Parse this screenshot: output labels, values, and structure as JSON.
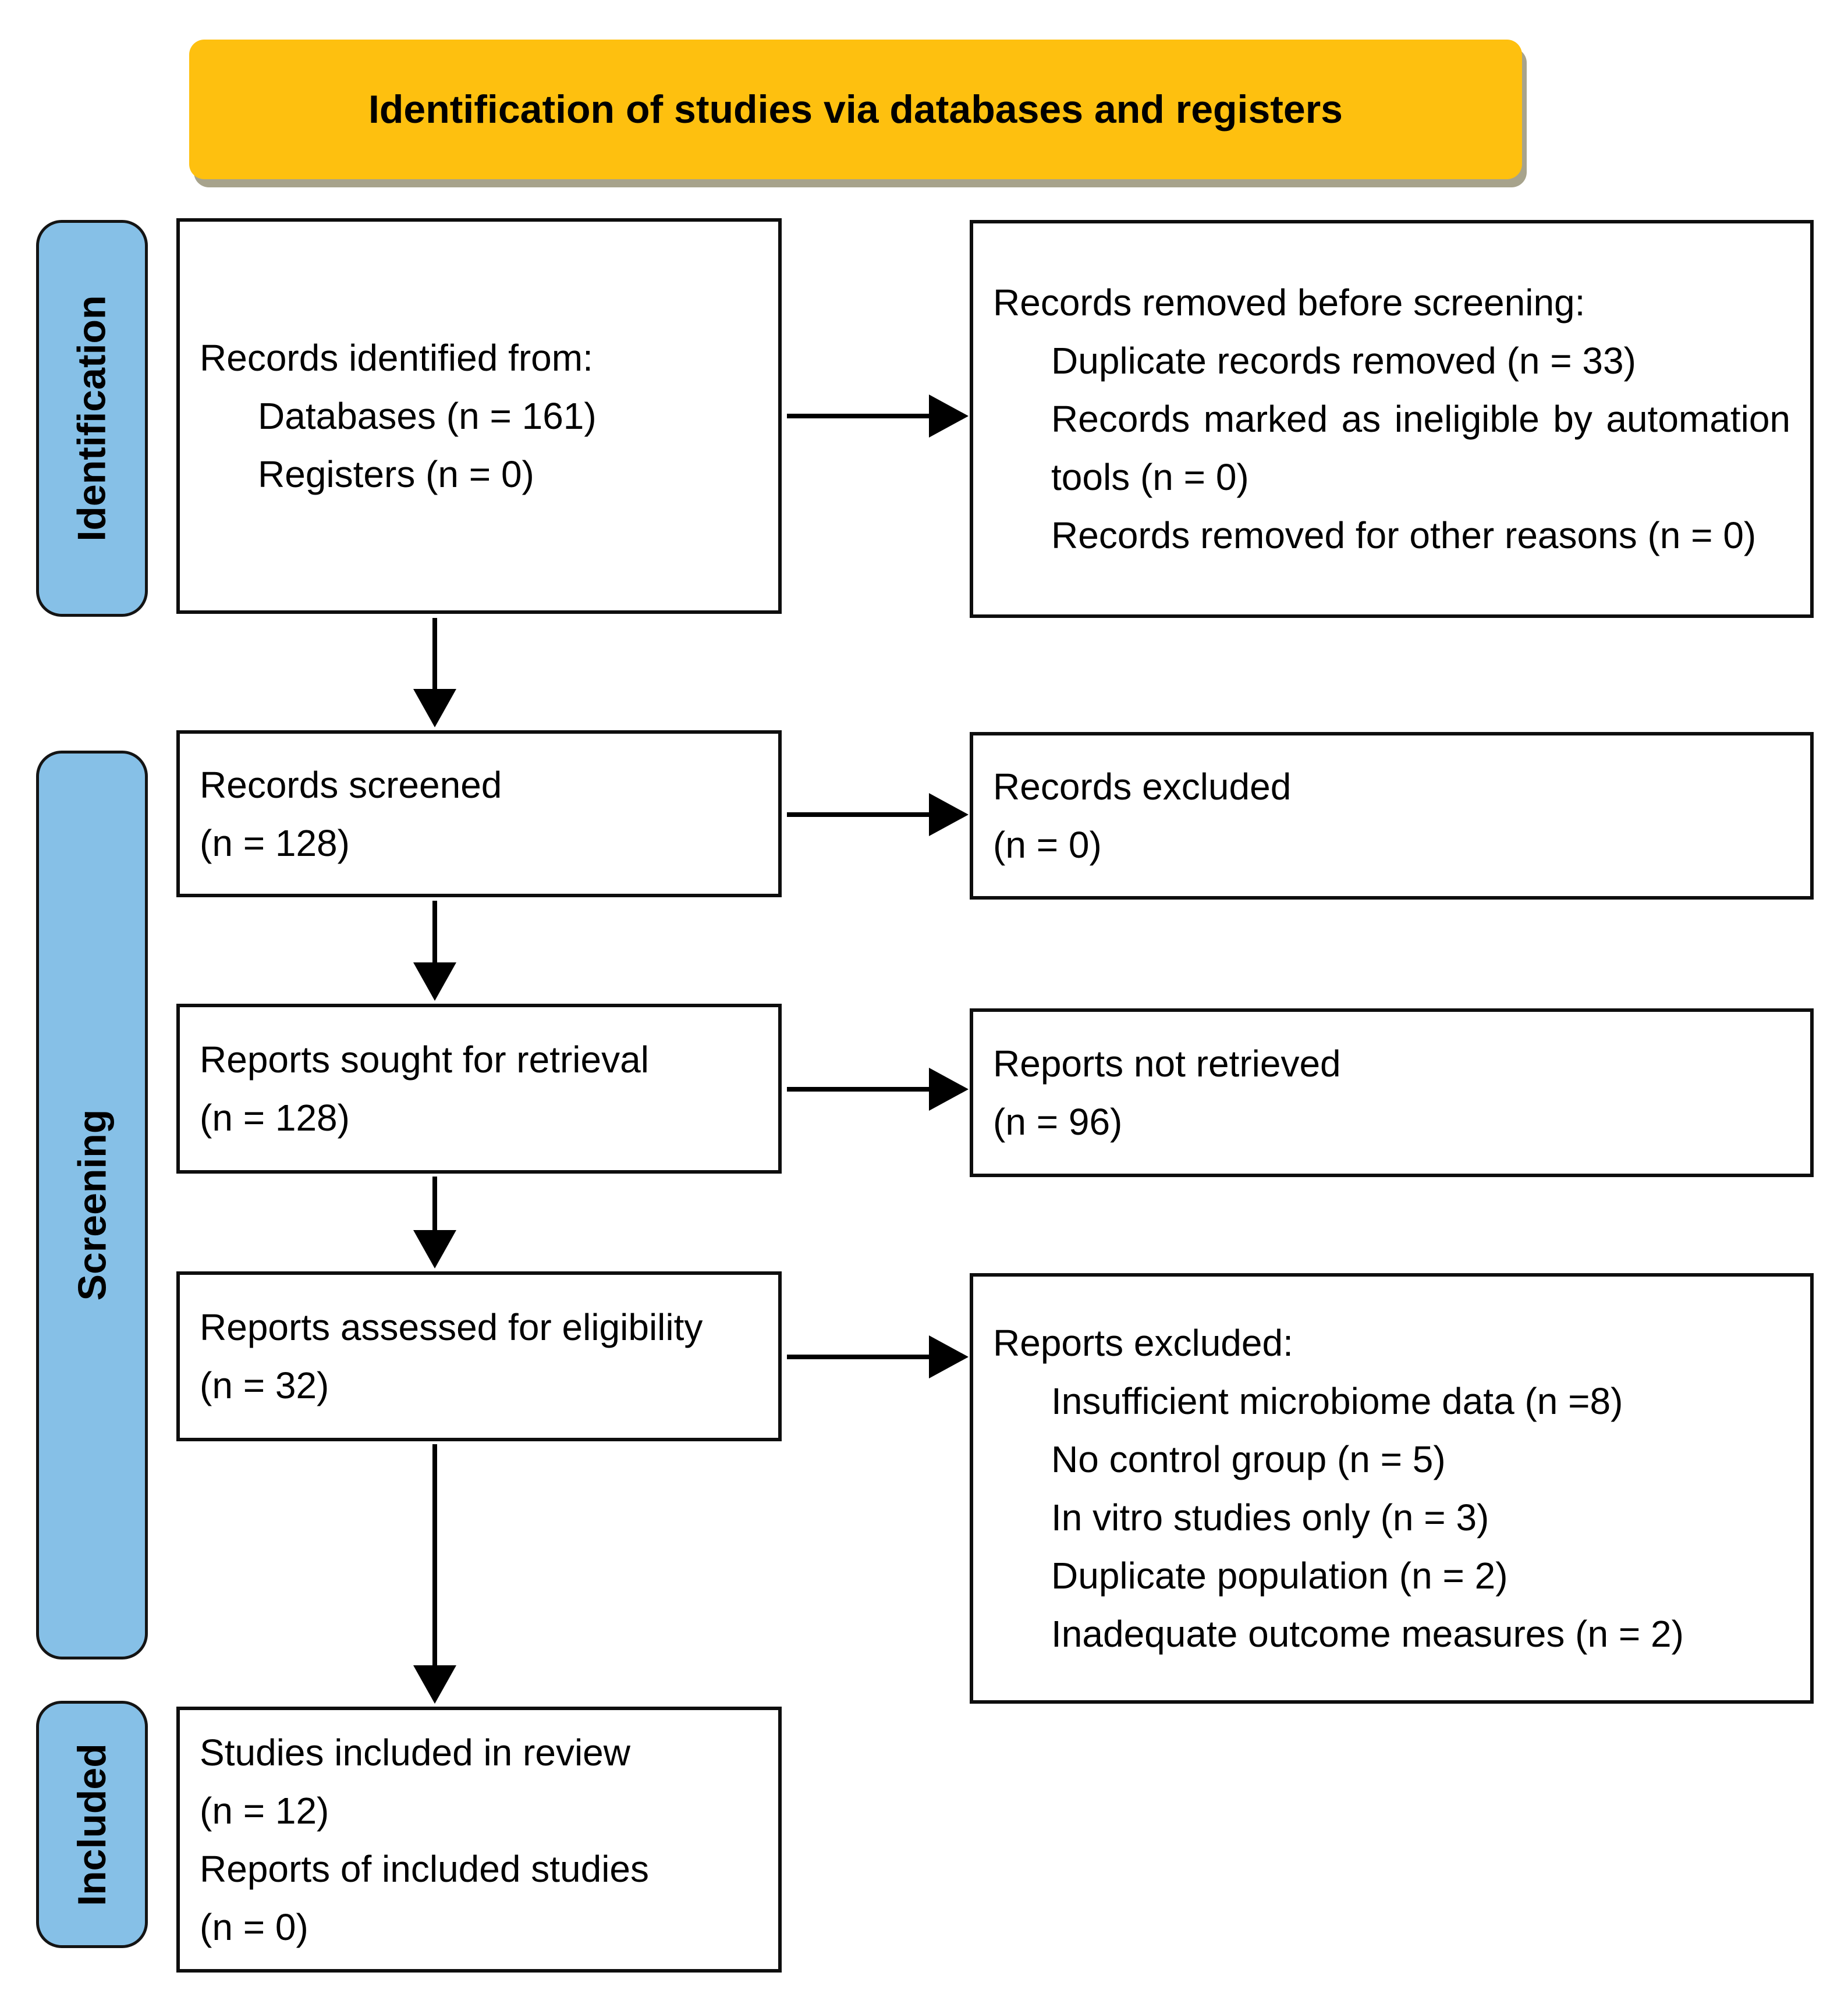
{
  "banner": {
    "title": "Identification of studies via databases and registers"
  },
  "stages": {
    "identification": "Identification",
    "screening": "Screening",
    "included": "Included"
  },
  "colors": {
    "banner_bg": "#FEC00F",
    "stage_bg": "#86C0E7",
    "border": "#0E0E0E"
  },
  "boxes": {
    "identified": {
      "l1": "Records identified from:",
      "l2": "Databases (n = 161)",
      "l3": "Registers (n = 0)"
    },
    "removed": {
      "l1": "Records removed before screening:",
      "l2": "Duplicate records removed (n = 33)",
      "l3a": "Records marked as ineligible by automation",
      "l3b": "tools (n = 0)",
      "l4": "Records removed for other reasons (n = 0)"
    },
    "screened": {
      "l1": "Records screened",
      "l2": "(n = 128)"
    },
    "excluded": {
      "l1": "Records excluded",
      "l2": "(n = 0)"
    },
    "sought": {
      "l1": "Reports sought for retrieval",
      "l2": "(n = 128)"
    },
    "not_retrieved": {
      "l1": "Reports not retrieved",
      "l2": "(n = 96)"
    },
    "assessed": {
      "l1": "Reports assessed for eligibility",
      "l2": "(n = 32)"
    },
    "reports_excluded": {
      "l1": "Reports excluded:",
      "l2": "Insufficient microbiome data (n =8)",
      "l3": "No control group (n = 5)",
      "l4": "In vitro studies only (n = 3)",
      "l5": "Duplicate population (n = 2)",
      "l6": "Inadequate outcome measures (n = 2)"
    },
    "included_box": {
      "l1": "Studies included in review",
      "l2": "(n = 12)",
      "l3": "Reports of included studies",
      "l4": "(n = 0)"
    }
  }
}
